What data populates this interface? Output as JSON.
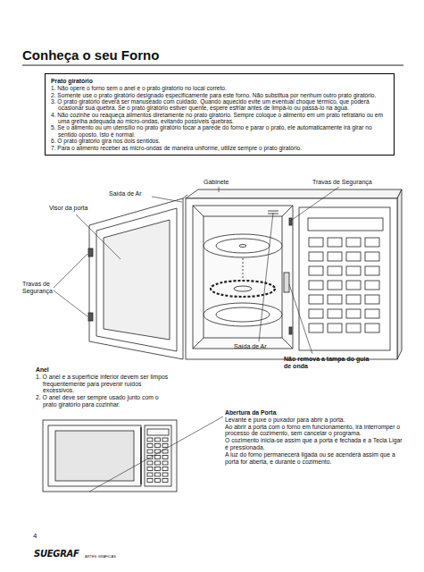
{
  "diagram": {
    "title": "Conheça o seu Forno",
    "nodes": [
      {
        "text": [
          "Prato giratório",
          "1. Não opere o forno sem o anel e o prato giratório no local correto.",
          "2. Somente use o prato giratório designado especificamente para este forno. Não substitua por nenhum outro prato giratório.",
          "3. O prato giratório deverá ser manuseado com cuidado. Quando aquecido evite um eventual choque térmico, que poderá ocasionar sua quebra. Se o prato giratório estiver quente, espere esfriar antes de limpá-lo ou passá-lo na água.",
          "4. Não cozinhe ou reaqueça alimentos diretamente no prato giratório. Sempre coloque o alimento em um prato refratário ou em uma grelha adequada ao micro-ondas, evitando possíveis quebras.",
          "5. Se o alimento ou um utensílio no prato giratório tocar a parede do forno e parar o prato, ele automaticamente irá girar no sentido oposto. Isto é normal.",
          "6. O prato giratório gira nos dois sentidos.",
          "7. Para o alimento receber as micro-ondas de maneira uniforme, utilize sempre o prato giratório."
        ]
      }
    ],
    "labels": [
      "Saída de Ar",
      "Visor da porta",
      "Gabinete",
      "Travas de Segurança",
      "Travas de Segurança",
      "Saída de Ar",
      "Não remova a tampa do guia de onda",
      "Anel",
      "1. O anel e a superfície inferior devem ser limpos frequentemente para prevenir ruídos excessivos.",
      "2. O anel deve ser sempre usado junto com o prato giratório para cozinhar.",
      "Abertura da Porta",
      "Levante e puxe o puxador para abrir a porta.",
      "Ao abrir a porta com o forno em funcionamento, irá interromper o processo de cozimento, sem cancelar o programa.",
      "O cozimento inicia-se assim que a porta é fechada e a Tecla Ligar é pressionada.",
      "A luz do forno permanecerá ligada ou se acenderá assim que a porta for aberta, e durante o cozimento.",
      "4",
      "SUEGRAF",
      "ARTES GRÁFICAS"
    ]
  }
}
